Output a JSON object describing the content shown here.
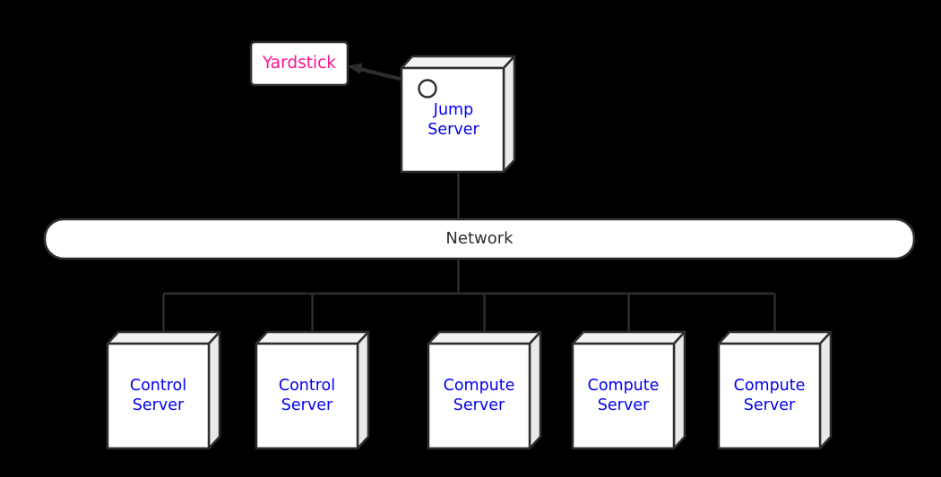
{
  "diagram": {
    "type": "network-topology",
    "nodes": {
      "yardstick": {
        "label": "Yardstick",
        "shape": "rectangle"
      },
      "jump_server": {
        "label": "Jump Server",
        "shape": "3d-box",
        "port_icon": "connection-port-circle"
      },
      "network": {
        "label": "Network",
        "shape": "rounded-bus"
      },
      "servers": [
        {
          "label": "Control Server",
          "shape": "3d-box"
        },
        {
          "label": "Control Server",
          "shape": "3d-box"
        },
        {
          "label": "Compute Server",
          "shape": "3d-box"
        },
        {
          "label": "Compute Server",
          "shape": "3d-box"
        },
        {
          "label": "Compute Server",
          "shape": "3d-box"
        }
      ]
    },
    "edges": [
      {
        "from": "jump_server",
        "to": "yardstick",
        "style": "thick-arrow"
      },
      {
        "from": "jump_server",
        "to": "network",
        "style": "line"
      },
      {
        "from": "network",
        "to": "servers.0",
        "style": "line"
      },
      {
        "from": "network",
        "to": "servers.1",
        "style": "line"
      },
      {
        "from": "network",
        "to": "servers.2",
        "style": "line"
      },
      {
        "from": "network",
        "to": "servers.3",
        "style": "line"
      },
      {
        "from": "network",
        "to": "servers.4",
        "style": "line"
      }
    ],
    "colors": {
      "background": "#000000",
      "node_fill": "#ffffff",
      "face_top": "#f2f2f2",
      "face_side": "#e9e9e9",
      "border": "#2e2e2e",
      "line": "#2e2e2e",
      "label_blue": "#0000ee",
      "label_pink": "#ff1493",
      "label_dark": "#2d2d2d"
    }
  }
}
